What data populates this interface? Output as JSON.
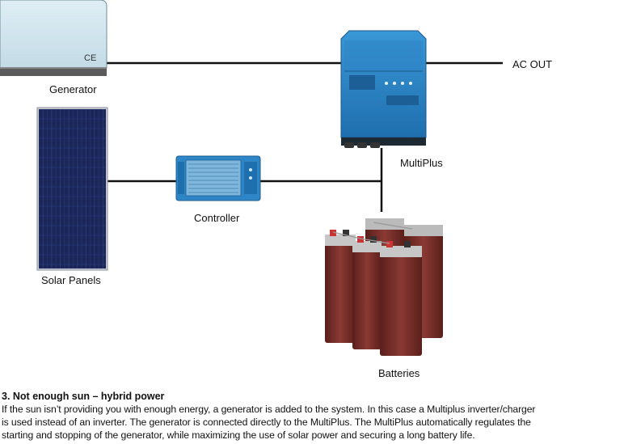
{
  "labels": {
    "generator": "Generator",
    "ce_mark": "CE",
    "solar_panels": "Solar Panels",
    "controller": "Controller",
    "multiplus": "MultiPlus",
    "batteries": "Batteries",
    "ac_out": "AC OUT"
  },
  "caption": {
    "heading": "3. Not enough sun – hybrid power",
    "line1": "If the sun isn’t providing you with enough energy, a generator is added to the system. In this case a Multiplus inverter/charger",
    "line2": "is used instead of an inverter. The generator is connected directly to the MultiPlus. The MultiPlus automatically regulates the",
    "line3": "starting and stopping of the generator, while maximizing the use of solar power and securing a long battery life."
  },
  "colors": {
    "wire": "#111111",
    "victron_blue": "#2f86c6",
    "solar_cell": "#1f2a5c",
    "battery_body": "#7a2e2a",
    "generator_body": "#cfe3ec"
  }
}
